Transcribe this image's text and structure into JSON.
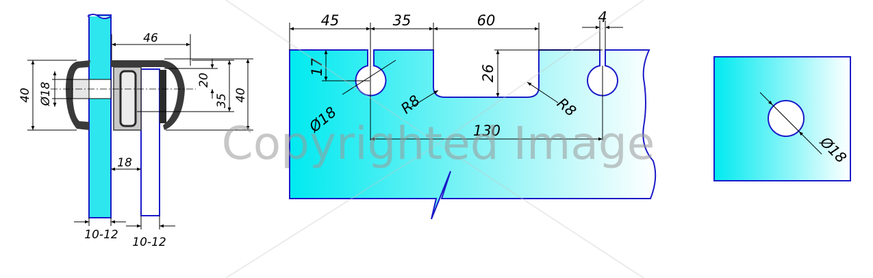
{
  "colors": {
    "glass_fill": "#2ee6ee",
    "glass_edge": "#1a1ac8",
    "clamp_dark": "#3a3a3a",
    "dimension_line": "#000000",
    "watermark": "#9a9a9a"
  },
  "side_view": {
    "dim_46": "46",
    "dim_40_left": "40",
    "dim_d18": "Ø18",
    "dim_20": "20",
    "dim_35": "35",
    "dim_40_right": "40",
    "dim_18": "18",
    "dim_glass_a": "10-12",
    "dim_glass_b": "10-12"
  },
  "cutout_view": {
    "dim_45": "45",
    "dim_35": "35",
    "dim_60": "60",
    "dim_4": "4",
    "dim_17": "17",
    "dim_26": "26",
    "dim_d18": "Ø18",
    "dim_r8_left": "R8",
    "dim_r8_right": "R8",
    "dim_130": "130"
  },
  "hole_view": {
    "dim_d18": "Ø18"
  },
  "watermark": {
    "text": "Copyrighted Image"
  }
}
